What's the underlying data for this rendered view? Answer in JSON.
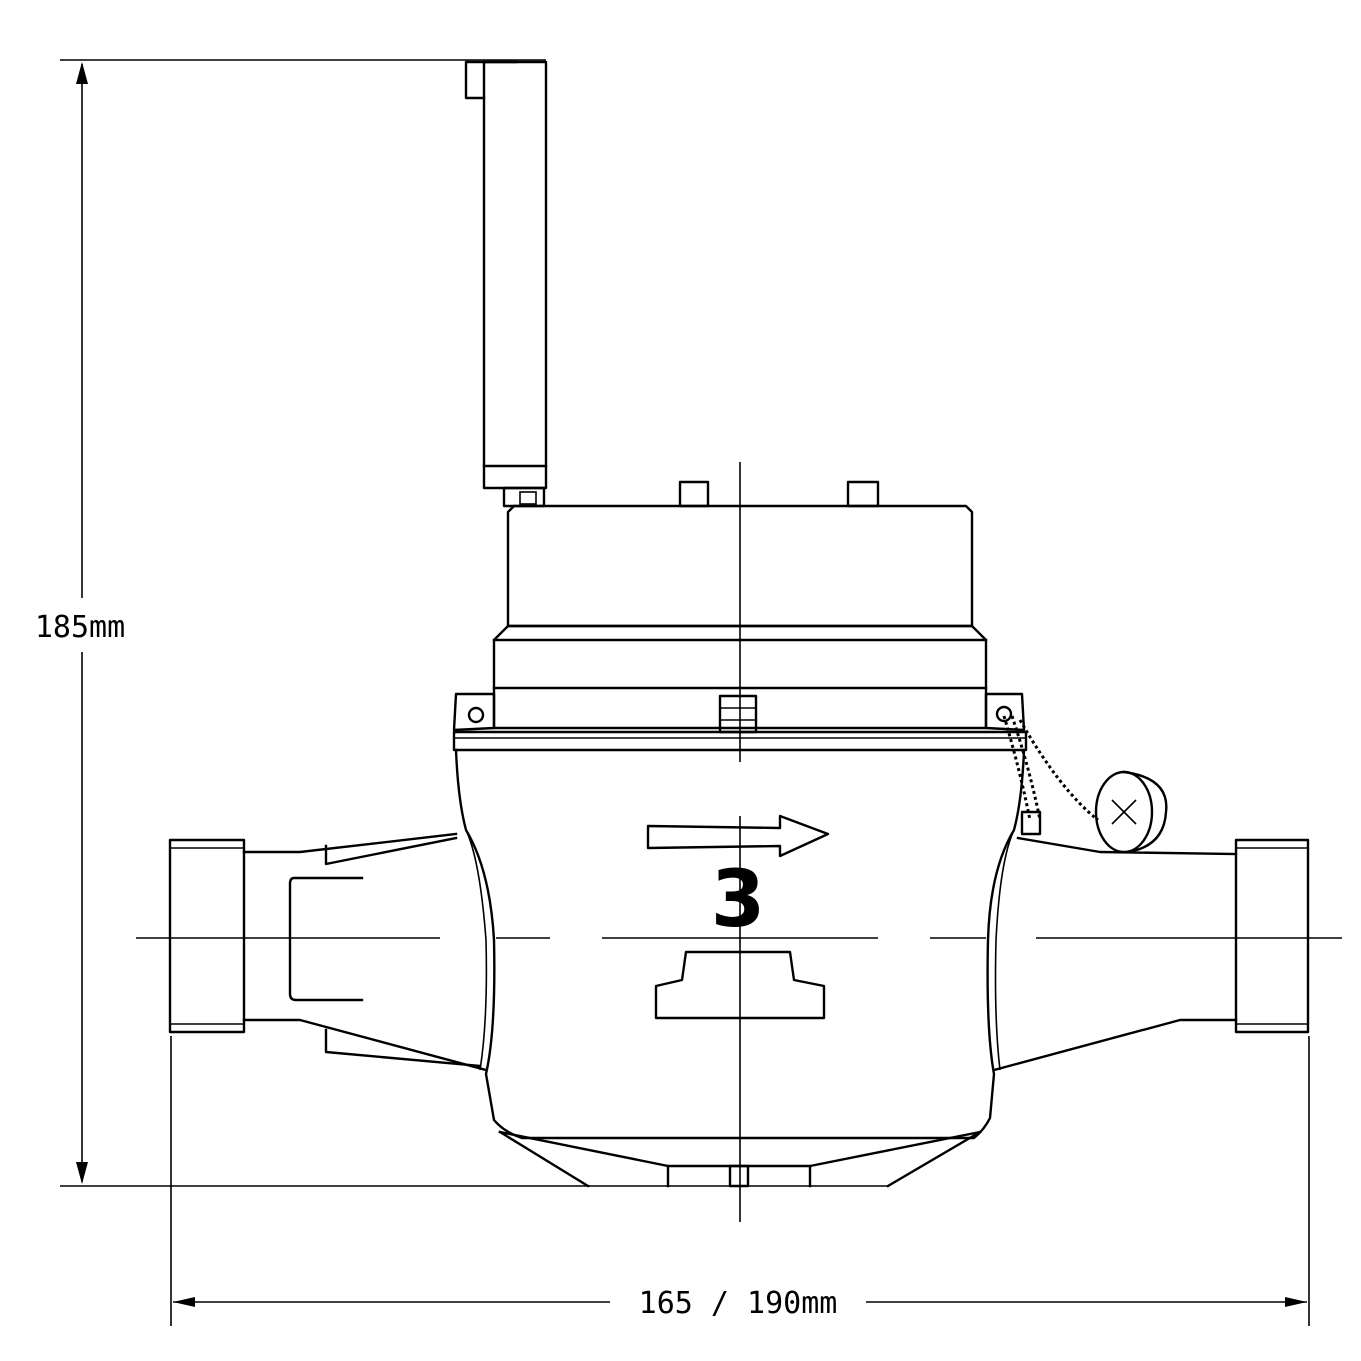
{
  "dimensions": {
    "height_label": "185mm",
    "width_label": "165 / 190mm"
  },
  "body_marking": {
    "size_number": "3",
    "flow_arrow_direction": "right"
  }
}
